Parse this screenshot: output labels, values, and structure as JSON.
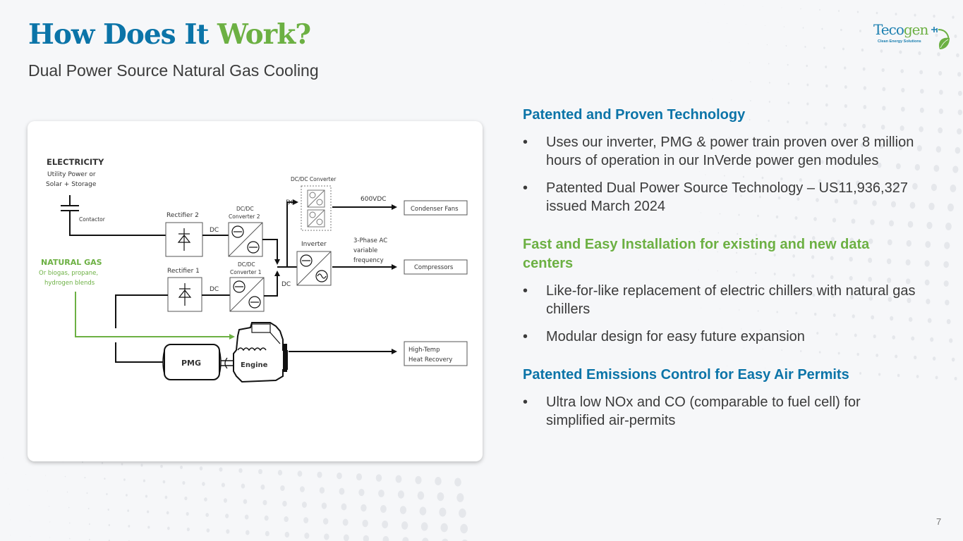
{
  "slide": {
    "title_part1": "How Does It",
    "title_part2": "Work?",
    "subtitle": "Dual Power Source Natural Gas Cooling",
    "page_number": "7",
    "colors": {
      "brand_blue": "#0b74a8",
      "brand_green": "#6cb043",
      "text": "#3b3b3b"
    }
  },
  "logo": {
    "word_blue": "Teco",
    "word_green": "gen",
    "tagline": "Clean Energy Solutions"
  },
  "diagram": {
    "electricity_title": "ELECTRICITY",
    "electricity_sub1": "Utility Power or",
    "electricity_sub2": "Solar + Storage",
    "contactor": "Contactor",
    "natural_gas_title": "NATURAL GAS",
    "natural_gas_sub1": "Or biogas, propane,",
    "natural_gas_sub2": "hydrogen blends",
    "rectifier2": "Rectifier 2",
    "rectifier1": "Rectifier 1",
    "dc": "DC",
    "dcdc2_line1": "DC/DC",
    "dcdc2_line2": "Converter 2",
    "dcdc1_line1": "DC/DC",
    "dcdc1_line2": "Converter 1",
    "dcdc_top": "DC/DC Converter",
    "inverter": "Inverter",
    "v600": "600VDC",
    "ac_line1": "3-Phase AC",
    "ac_line2": "variable",
    "ac_line3": "frequency",
    "condenser_fans": "Condenser Fans",
    "compressors": "Compressors",
    "heat_line1": "High-Temp",
    "heat_line2": "Heat Recovery",
    "pmg": "PMG",
    "engine": "Engine"
  },
  "sections": [
    {
      "heading": "Patented and Proven Technology",
      "color": "blue",
      "bullets": [
        "Uses our inverter, PMG & power train proven over 8 million hours of operation in our InVerde power gen modules",
        "Patented Dual Power Source Technology – US11,936,327 issued March 2024"
      ]
    },
    {
      "heading": "Fast and Easy Installation for existing and new data centers",
      "color": "green",
      "bullets": [
        "Like-for-like replacement of electric chillers with natural gas chillers",
        "Modular design for easy future expansion"
      ]
    },
    {
      "heading": "Patented Emissions Control for Easy Air Permits",
      "color": "blue",
      "bullets": [
        "Ultra low NOx and CO (comparable to fuel cell) for simplified air-permits"
      ]
    }
  ],
  "bullet_glyph": "•"
}
